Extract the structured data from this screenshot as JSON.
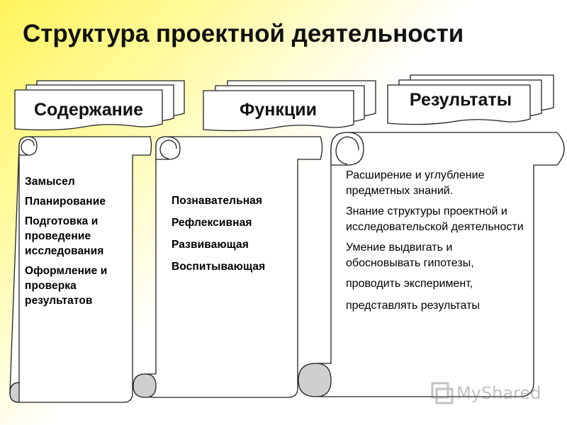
{
  "title": "Структура проектной деятельности",
  "columns": [
    {
      "header": "Содержание",
      "items": [
        "Замысел",
        "Планирование",
        "Подготовка и проведение исследования",
        "Оформление и проверка результатов"
      ]
    },
    {
      "header": "Функции",
      "items": [
        "Познавательная",
        "Рефлексивная",
        "Развивающая",
        "Воспитывающая"
      ]
    },
    {
      "header": "Результаты",
      "items": [
        "Расширение и углубление предметных знаний.",
        "Знание структуры проектной и исследовательской деятельности",
        "Умение выдвигать и обосновывать гипотезы,",
        "проводить  эксперимент,",
        "представлять результаты"
      ]
    }
  ],
  "watermark": "MyShared"
}
